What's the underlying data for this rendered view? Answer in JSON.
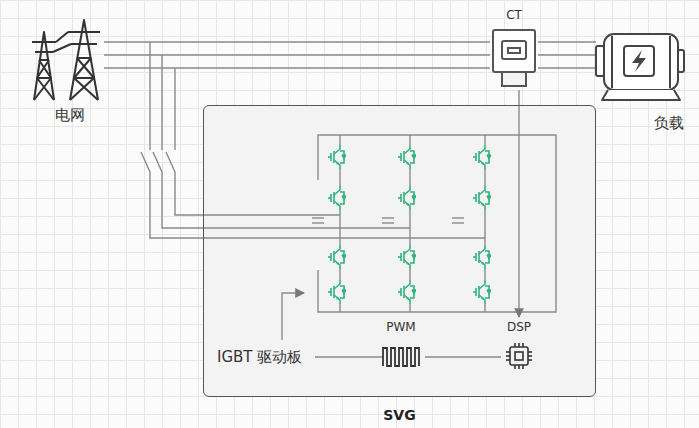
{
  "diagram": {
    "caption": "SVG",
    "nodes": [
      {
        "text": [
          "电网"
        ]
      },
      {
        "text": [
          "CT"
        ]
      },
      {
        "text": [
          "负载"
        ]
      },
      {
        "text": [
          "SVG"
        ]
      },
      {
        "text": [
          "IGBT 驱动板"
        ],
        "in": 3
      },
      {
        "text": [
          "PWM"
        ],
        "in": 3
      },
      {
        "text": [
          "DSP"
        ],
        "in": 3
      }
    ],
    "edges": [
      {
        "from": 0,
        "to": 1,
        "arrow": "none"
      },
      {
        "from": 1,
        "to": 2,
        "arrow": "none"
      },
      {
        "from": 1,
        "to": 6,
        "arrow": "to"
      },
      {
        "from": 4,
        "to": 5,
        "arrow": "none"
      },
      {
        "from": 5,
        "to": 6,
        "arrow": "none"
      }
    ]
  }
}
